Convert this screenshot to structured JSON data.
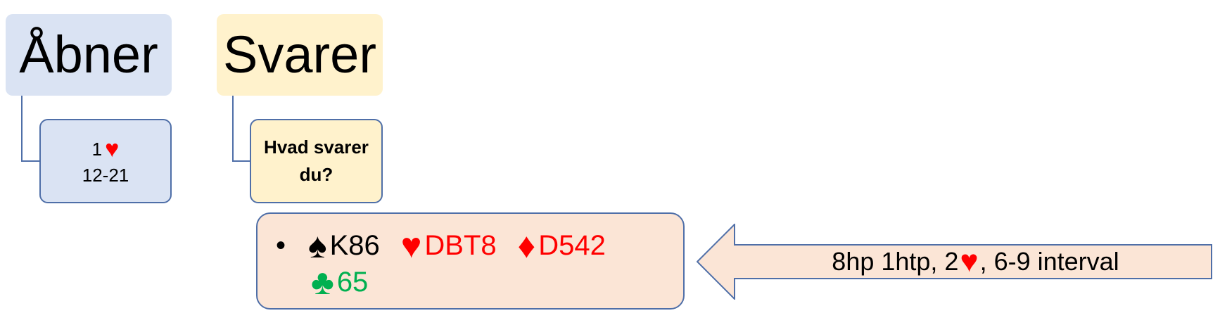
{
  "opener": {
    "title": "Åbner",
    "bid_level": "1",
    "bid_suit": "♥",
    "range": "12-21"
  },
  "responder": {
    "title": "Svarer",
    "question_line1": "Hvad svarer",
    "question_line2": "du?"
  },
  "hand": {
    "bullet": "•",
    "spades_symbol": "♠",
    "spades": "K86",
    "hearts_symbol": "♥",
    "hearts": "DBT8",
    "diamonds_symbol": "♦",
    "diamonds": "D542",
    "clubs_symbol": "♣",
    "clubs": "65"
  },
  "callout": {
    "prefix": "8hp 1htp, 2",
    "suit": "♥",
    "suffix": ", 6-9 interval"
  },
  "colors": {
    "opener_fill": "#dae3f3",
    "responder_fill": "#fff2cc",
    "hand_fill": "#fbe5d6",
    "border": "#4f6fa8",
    "red_suit": "#ff0000",
    "club_green": "#00b050"
  }
}
